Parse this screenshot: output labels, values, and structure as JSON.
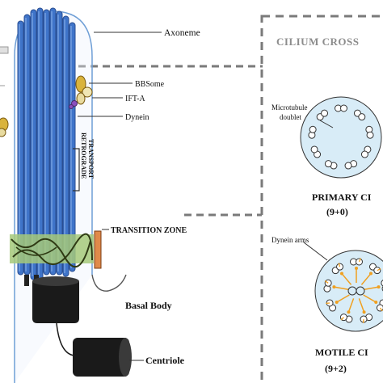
{
  "labels": {
    "axoneme": "Axoneme",
    "bbsome": "BBSome",
    "ifta": "IFT-A",
    "dynein": "Dynein",
    "retrograde_line1": "RETROGRADE",
    "retrograde_line2": "TRANSPORT",
    "transition_zone": "TRANSITION ZONE",
    "basal_body": "Basal Body",
    "centriole": "Centriole"
  },
  "cross_section": {
    "title": "CILIUM CROSS",
    "primary": {
      "callout": "Microtubule doublet",
      "callout_line1": "Microtubule",
      "callout_line2": "doublet",
      "name": "PRIMARY CI",
      "formula": "(9+0)"
    },
    "motile": {
      "callout": "Dynein arms",
      "name": "MOTILE CI",
      "formula": "(9+2)"
    }
  },
  "colors": {
    "microtubule": "#3f74c9",
    "microtubule_dark": "#2a4e92",
    "membrane": "#6f9fd6",
    "transition": "#a6c97a",
    "basal": "#1a1a1a",
    "dashed_panel": "#7a7a7a",
    "cross_fill": "#d8ecf7",
    "bbsome": "#d9b33c",
    "ifta": "#d4c98a",
    "dynein": "#8a4fbf",
    "dynein_arm": "#f0a020"
  }
}
